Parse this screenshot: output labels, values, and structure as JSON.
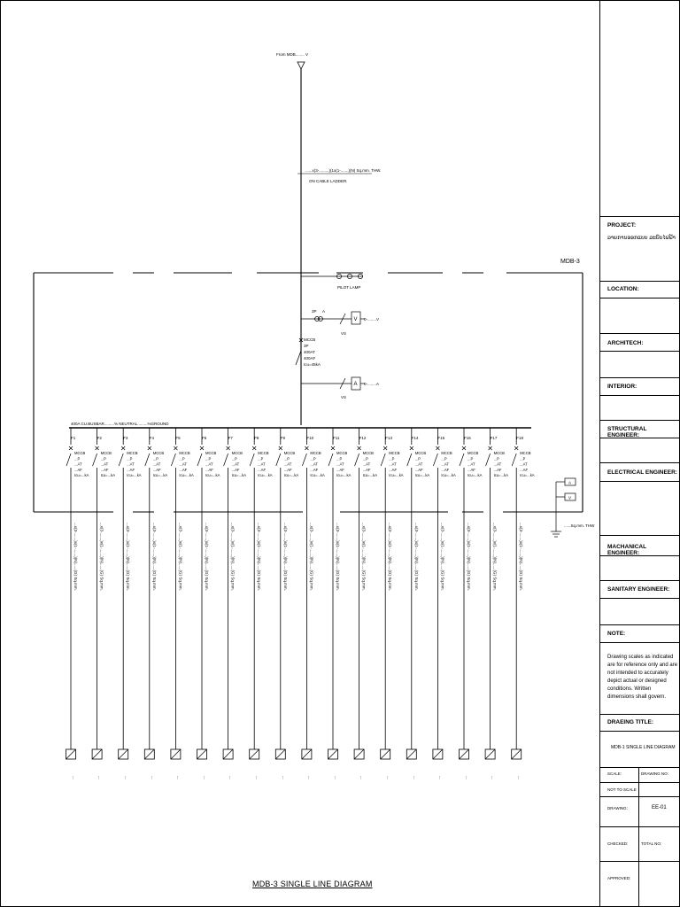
{
  "diagram": {
    "source_label": "From MDB........ V",
    "feeder_cable": "......x(3-.........)(1x(1-.......)(N) Sq.mm. THW.",
    "cable_route": "ON CABLE LADDER.",
    "panel_name": "MDB-3",
    "pilot_lamp": "PILOT LAMP",
    "ct_label": "3P",
    "ct_label2": "A",
    "vs_label": "VS",
    "volt_meter": "V",
    "volt_range": "0-........V",
    "amp_meter": "A",
    "amp_range": "0-........A",
    "main_breaker": [
      "MCCB",
      "3P",
      "400AT",
      "400AF",
      "Icu=45kA"
    ],
    "busbar": "400A CU.BUSBAR.........% NEUTRAL.........%GROUND",
    "branch_breaker": [
      "MCCB",
      "...P",
      "...AT",
      "...AF",
      "Icu=...kA"
    ],
    "feeders": [
      "F1",
      "F2",
      "F3",
      "F4",
      "F5",
      "F6",
      "F7",
      "F8",
      "F9",
      "F10",
      "F11",
      "F12",
      "F13",
      "F14",
      "F15",
      "F16",
      "F17",
      "F18"
    ],
    "feeder_cable_text": "...x(3-.......)x(1-.......)(N)......(G) Sq.mm.",
    "ground_cable": "......Sq.mm. THW",
    "ground_box_1": "A",
    "ground_box_2": "V",
    "bottom_label": "...",
    "title": "MDB-3 SINGLE LINE DIAGRAM"
  },
  "title_block": {
    "project_label": "PROJECT:",
    "project_value": "ລາຍການອອກແບບ ລະບົບໄຟຟ້າ",
    "location_label": "LOCATION:",
    "architech_label": "ARCHITECH:",
    "interior_label": "INTERIOR:",
    "structural_label": "STRUCTURAL ENGINEER:",
    "electrical_label": "ELECTRICAL ENGINEER:",
    "mechanical_label": "MACHANICAL ENGINEER:",
    "sanitary_label": "SANITARY ENGINEER:",
    "note_label": "NOTE:",
    "note_text": "Drawing scales as indicated are for reference only and are not intended to accurately depict actual or designed conditions. Written dimensions shall govern.",
    "drawing_title_label": "DRAEING TITLE:",
    "drawing_title_value": "MDB-1 SINGLE LINE DIAGRAM",
    "scale_label": "SCALE:",
    "scale_value": "NOT TO SCALE",
    "drawing_no_label": "DRAWING NO:",
    "drawing_label": "DRAWING:",
    "drawing_value": "EE-01",
    "checked_label": "CHECKED:",
    "total_no_label": "TOTAL NO:",
    "approved_label": "APPROVED:"
  }
}
